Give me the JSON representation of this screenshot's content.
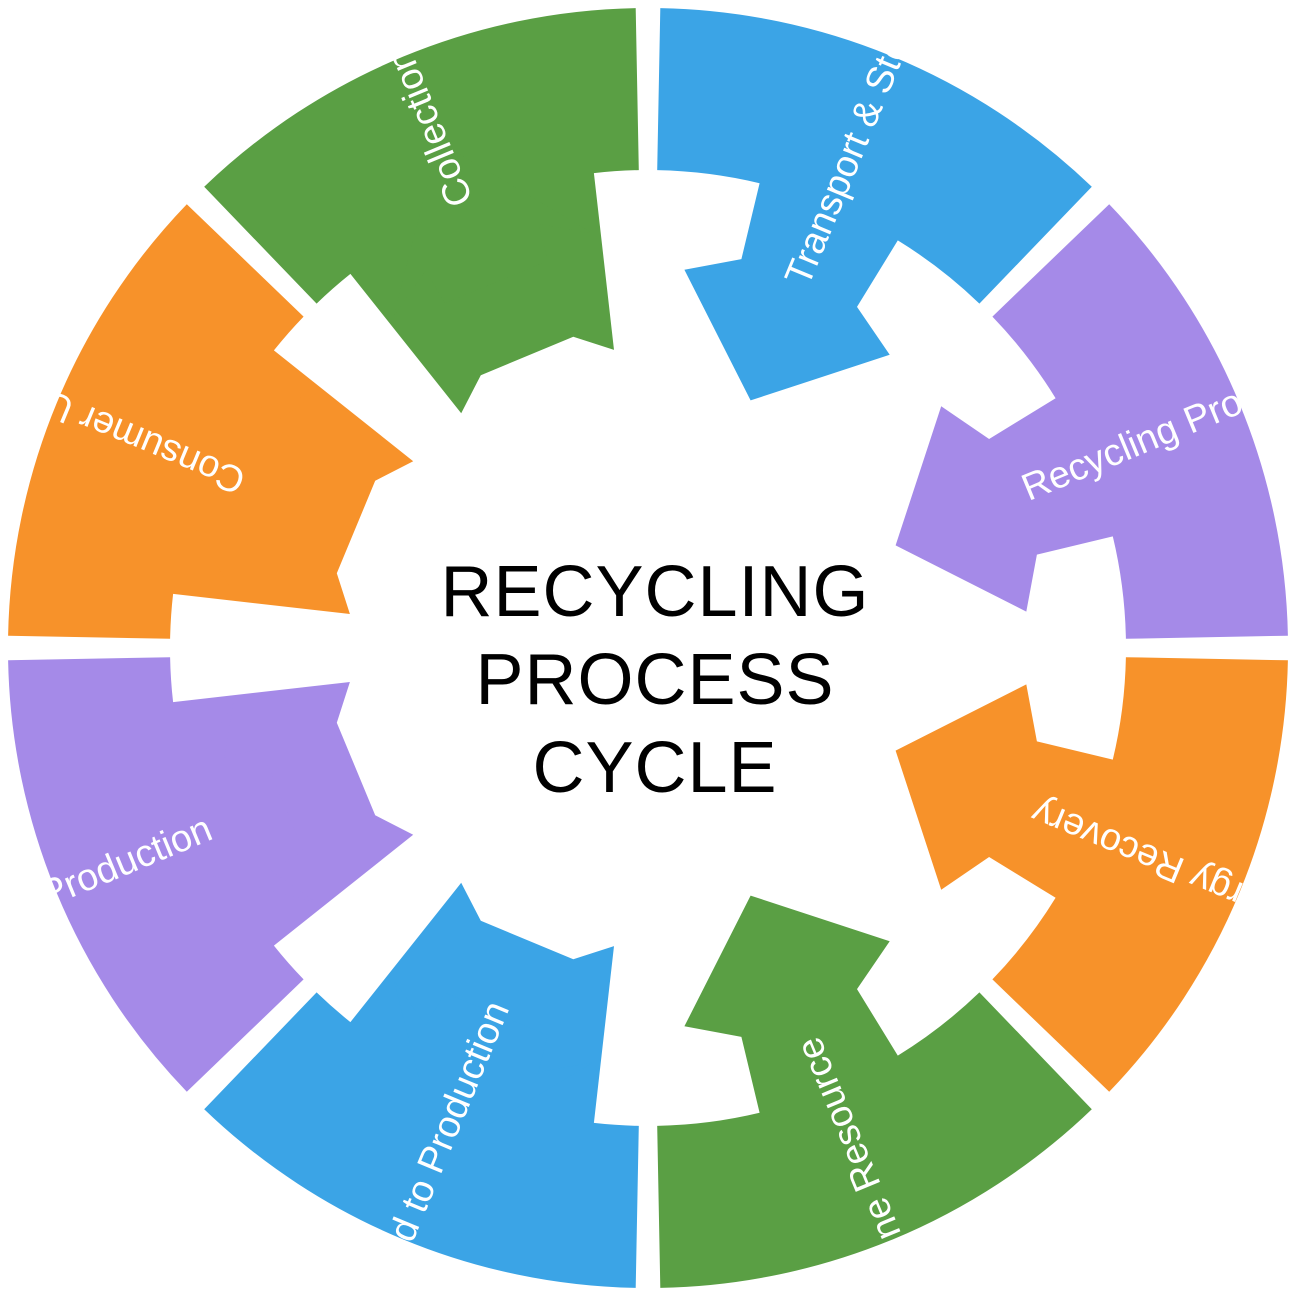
{
  "title_lines": [
    "RECYCLING",
    "PROCESS",
    "CYCLE"
  ],
  "colors": {
    "blue": "#3ba4e6",
    "purple": "#a58ae8",
    "orange": "#f7922a",
    "green": "#5a9f44",
    "text": "#ffffff",
    "title": "#000000"
  },
  "segments": [
    {
      "label": "Transport & Storage",
      "color": "blue",
      "arrow": "in"
    },
    {
      "label": "Recycling Process",
      "color": "purple",
      "arrow": "in"
    },
    {
      "label": "Energy Recovery",
      "color": "orange",
      "arrow": "in"
    },
    {
      "label": "Refine Resource",
      "color": "green",
      "arrow": "in"
    },
    {
      "label": "Refeed to Production",
      "color": "blue",
      "arrow": "out"
    },
    {
      "label": "Production",
      "color": "purple",
      "arrow": "out"
    },
    {
      "label": "Consumer Use",
      "color": "orange",
      "arrow": "out"
    },
    {
      "label": "Collection",
      "color": "green",
      "arrow": "out"
    }
  ]
}
